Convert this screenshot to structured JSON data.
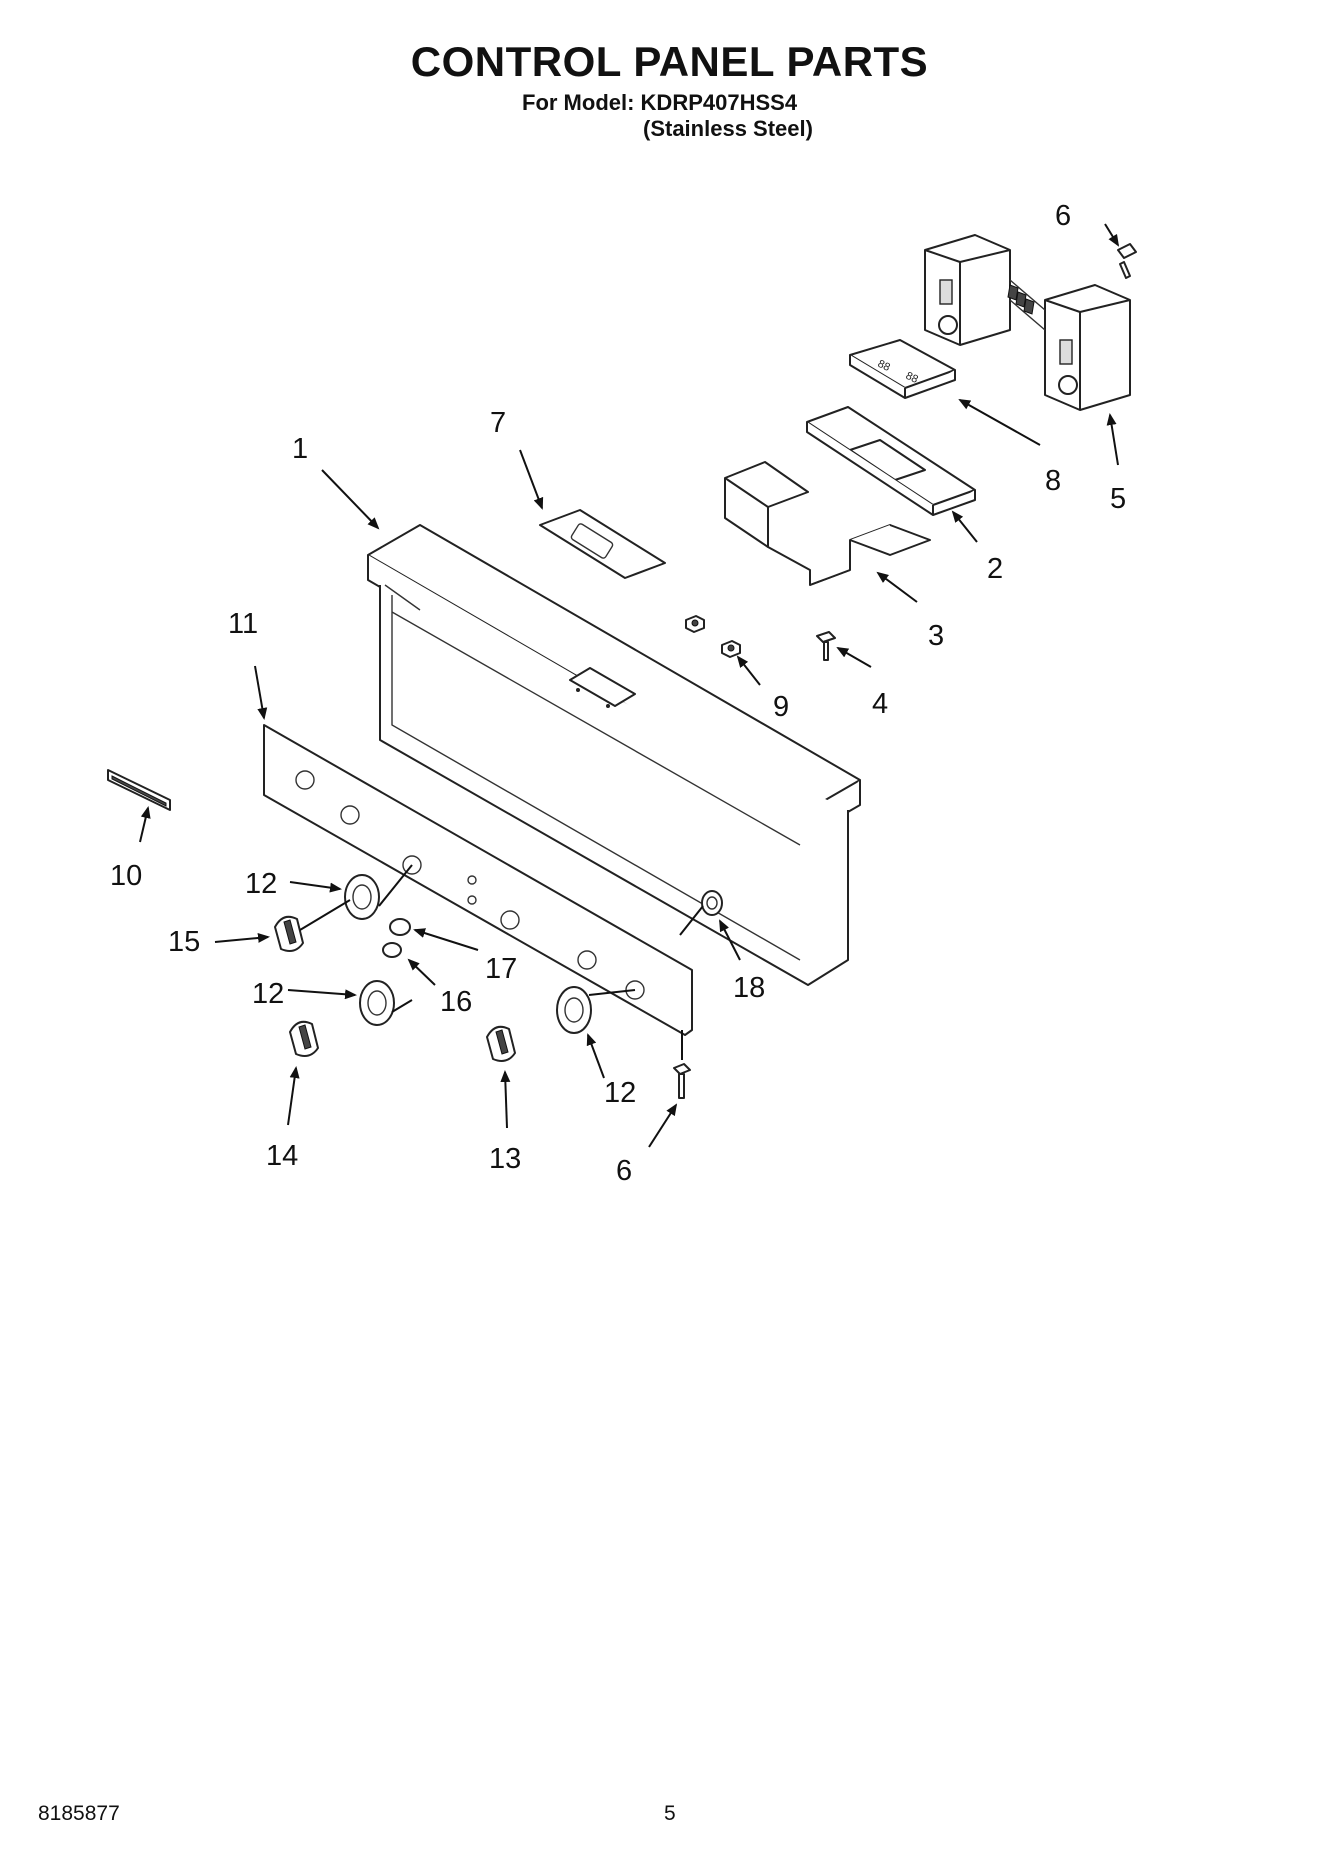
{
  "header": {
    "title": "CONTROL PANEL PARTS",
    "model_line": "For Model: KDRP407HSS4",
    "finish_line": "(Stainless Steel)"
  },
  "footer": {
    "doc_number": "8185877",
    "page_number": "5"
  },
  "callouts": {
    "c1": "1",
    "c2": "2",
    "c3": "3",
    "c4": "4",
    "c5": "5",
    "c6a": "6",
    "c6b": "6",
    "c7": "7",
    "c8": "8",
    "c9": "9",
    "c10": "10",
    "c11": "11",
    "c12a": "12",
    "c12b": "12",
    "c12c": "12",
    "c13": "13",
    "c14": "14",
    "c15": "15",
    "c16": "16",
    "c17": "17",
    "c18": "18"
  }
}
